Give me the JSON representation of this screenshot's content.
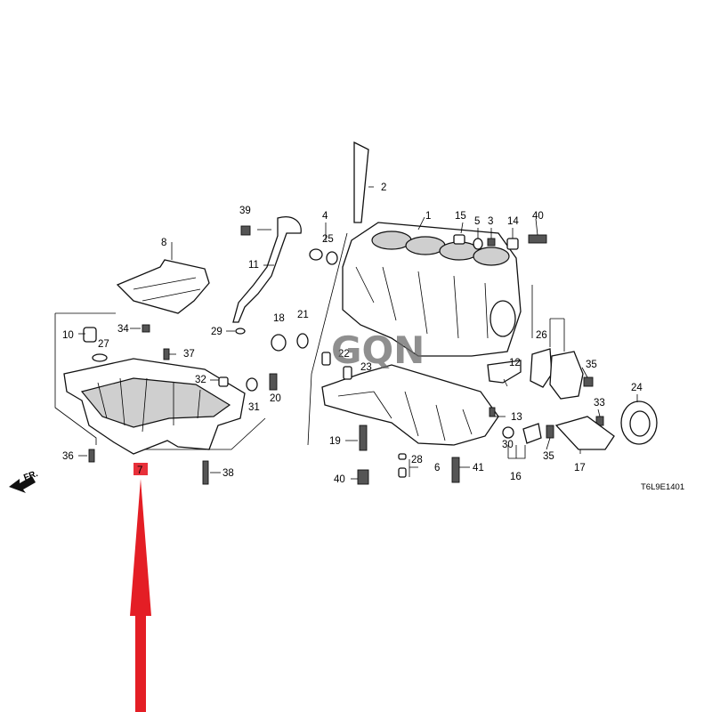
{
  "diagram": {
    "callouts": {
      "c1": "1",
      "c2": "2",
      "c3": "3",
      "c4": "4",
      "c5": "5",
      "c6": "6",
      "c7": "7",
      "c8": "8",
      "c10": "10",
      "c11": "11",
      "c12": "12",
      "c13": "13",
      "c14": "14",
      "c15": "15",
      "c16": "16",
      "c17": "17",
      "c18": "18",
      "c19": "19",
      "c20": "20",
      "c21": "21",
      "c22": "22",
      "c23": "23",
      "c24": "24",
      "c25": "25",
      "c26": "26",
      "c27": "27",
      "c28": "28",
      "c29": "29",
      "c30": "30",
      "c31": "31",
      "c32": "32",
      "c33": "33",
      "c34": "34",
      "c35a": "35",
      "c35b": "35",
      "c36": "36",
      "c37": "37",
      "c38": "38",
      "c39": "39",
      "c40a": "40",
      "c40b": "40",
      "c41": "41"
    },
    "front_label": "FR.",
    "diagram_code": "T6L9E1401",
    "watermark": "GQN",
    "highlight_color": "#e8303a",
    "arrow_color": "#e41e25"
  }
}
